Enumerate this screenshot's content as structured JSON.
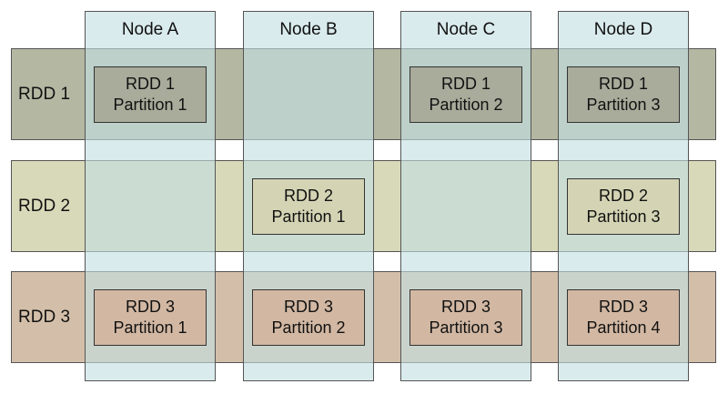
{
  "colors": {
    "rdd1_band": "#b4b8a2",
    "rdd2_band": "#d8d9b9",
    "rdd3_band": "#d3bfa9",
    "node_overlay": "#c4dee2",
    "rdd1_box": "#a9ab9b",
    "rdd2_box": "#d4d4b5",
    "rdd3_box": "#d2b8a3",
    "border": "#555555"
  },
  "nodes": [
    {
      "label": "Node A"
    },
    {
      "label": "Node B"
    },
    {
      "label": "Node C"
    },
    {
      "label": "Node D"
    }
  ],
  "rdds": [
    {
      "label": "RDD 1"
    },
    {
      "label": "RDD 2"
    },
    {
      "label": "RDD 3"
    }
  ],
  "partitions": [
    {
      "rdd": 0,
      "node": 0,
      "line1": "RDD 1",
      "line2": "Partition 1"
    },
    {
      "rdd": 0,
      "node": 2,
      "line1": "RDD 1",
      "line2": "Partition 2"
    },
    {
      "rdd": 0,
      "node": 3,
      "line1": "RDD 1",
      "line2": "Partition 3"
    },
    {
      "rdd": 1,
      "node": 1,
      "line1": "RDD 2",
      "line2": "Partition 1"
    },
    {
      "rdd": 1,
      "node": 3,
      "line1": "RDD 2",
      "line2": "Partition 3"
    },
    {
      "rdd": 2,
      "node": 0,
      "line1": "RDD 3",
      "line2": "Partition 1"
    },
    {
      "rdd": 2,
      "node": 1,
      "line1": "RDD 3",
      "line2": "Partition 2"
    },
    {
      "rdd": 2,
      "node": 2,
      "line1": "RDD 3",
      "line2": "Partition 3"
    },
    {
      "rdd": 2,
      "node": 3,
      "line1": "RDD 3",
      "line2": "Partition 4"
    }
  ]
}
